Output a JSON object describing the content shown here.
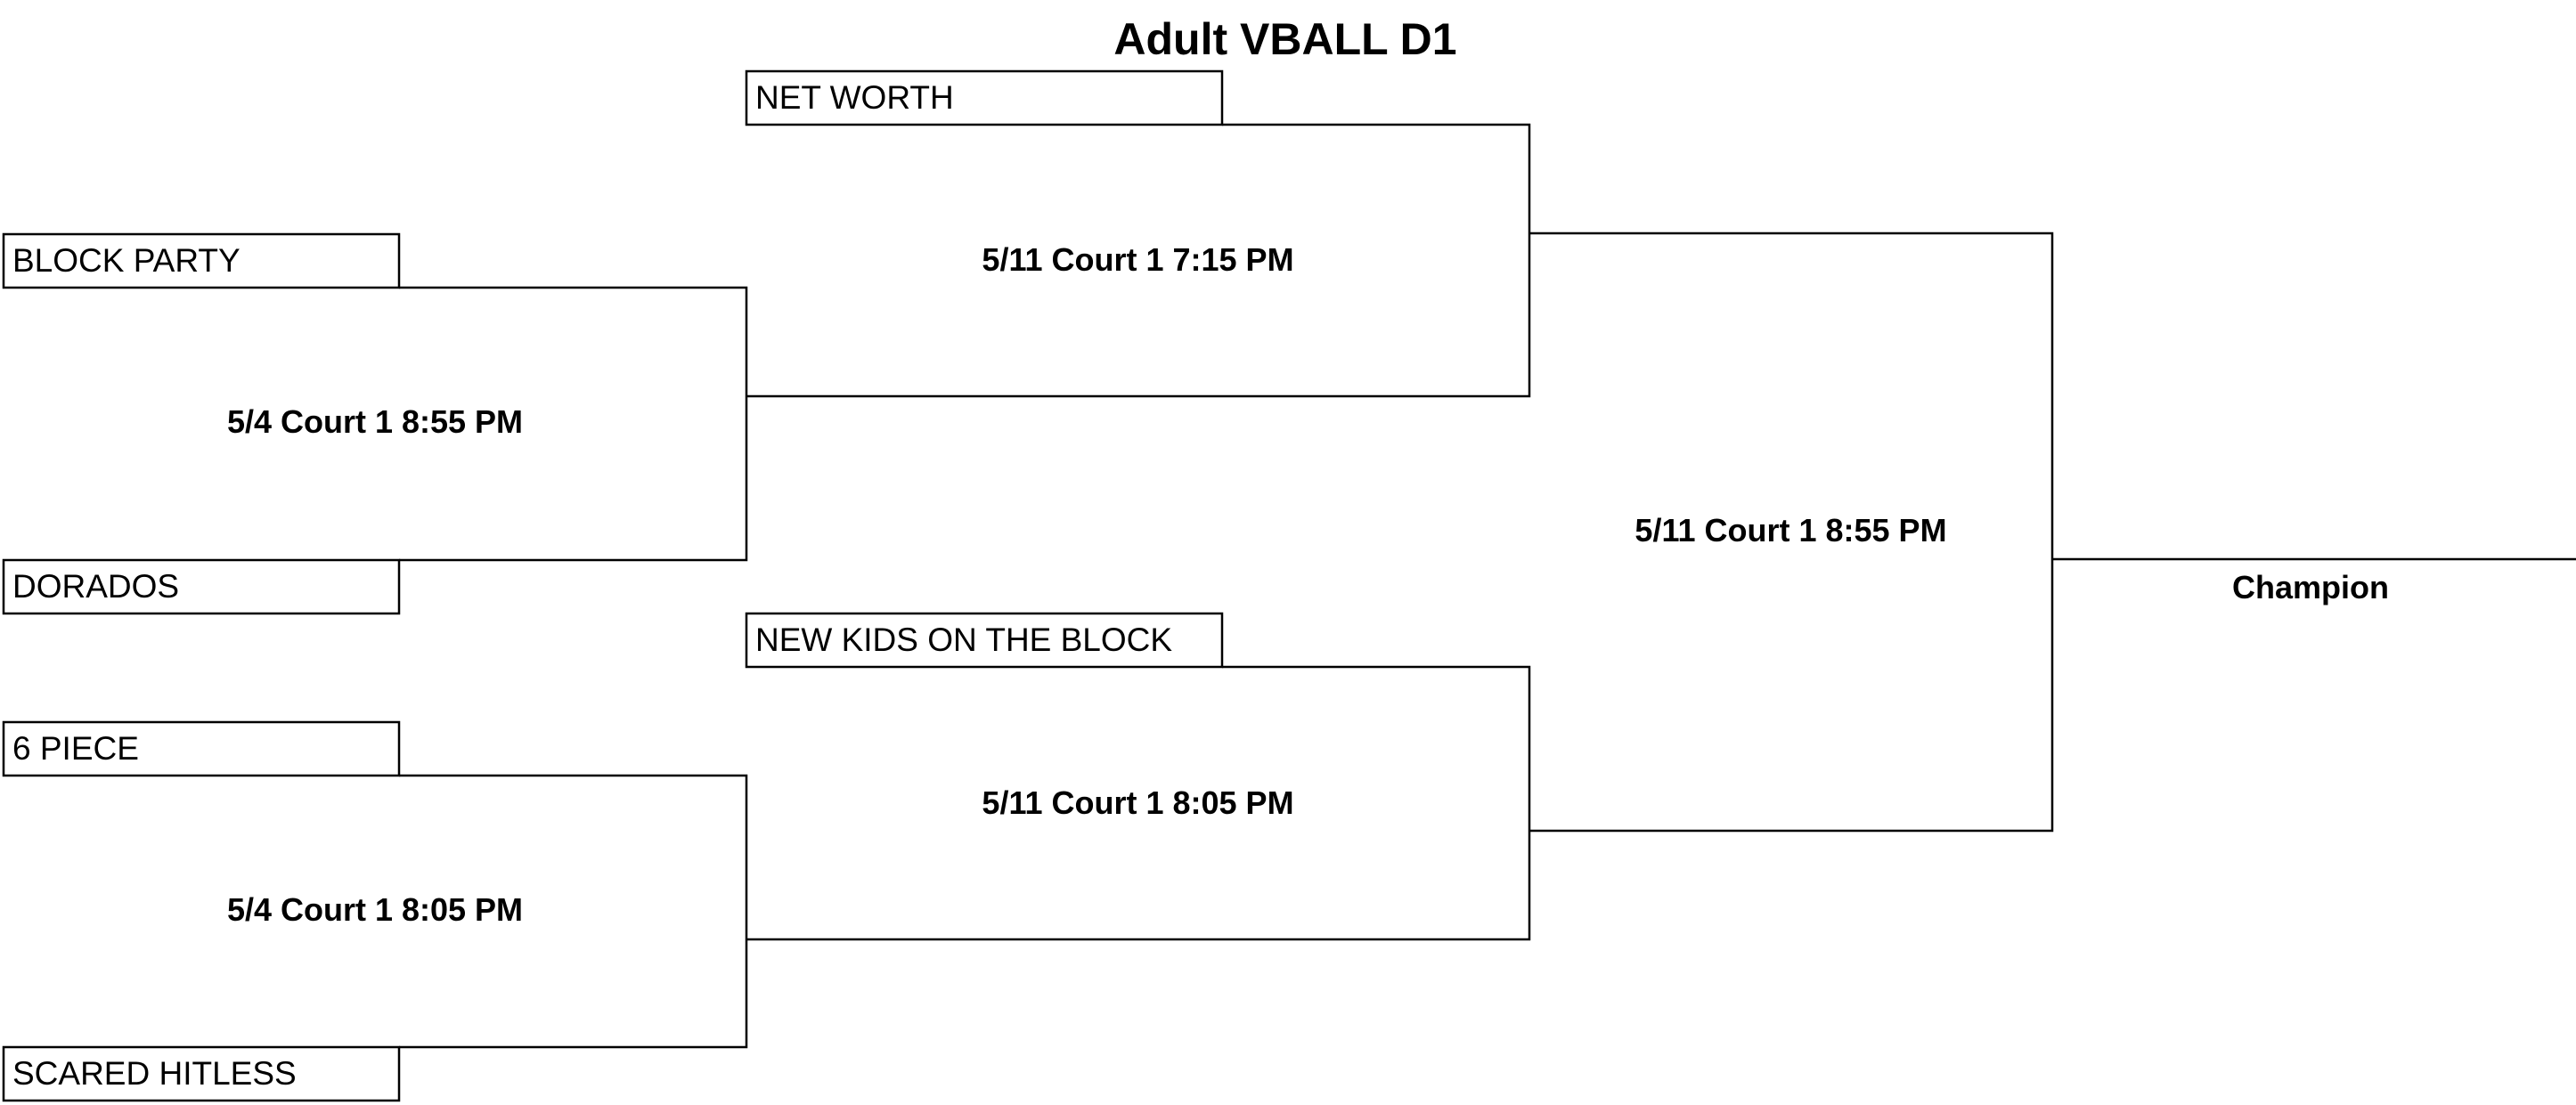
{
  "title": "Adult VBALL D1",
  "round1": {
    "matches": [
      {
        "schedule": "5/4 Court 1 8:55 PM",
        "teams": [
          "BLOCK PARTY",
          "DORADOS"
        ]
      },
      {
        "schedule": "5/4 Court 1 8:05 PM",
        "teams": [
          "6 PIECE",
          "SCARED HITLESS"
        ]
      }
    ]
  },
  "round2": {
    "matches": [
      {
        "schedule": "5/11 Court 1 7:15 PM",
        "bye_team": "NET WORTH"
      },
      {
        "schedule": "5/11 Court 1 8:05 PM",
        "bye_team": "NEW KIDS ON THE BLOCK"
      }
    ]
  },
  "final": {
    "schedule": "5/11 Court 1 8:55 PM"
  },
  "champion_label": "Champion",
  "colors": {
    "line": "#000000",
    "background": "#ffffff"
  }
}
